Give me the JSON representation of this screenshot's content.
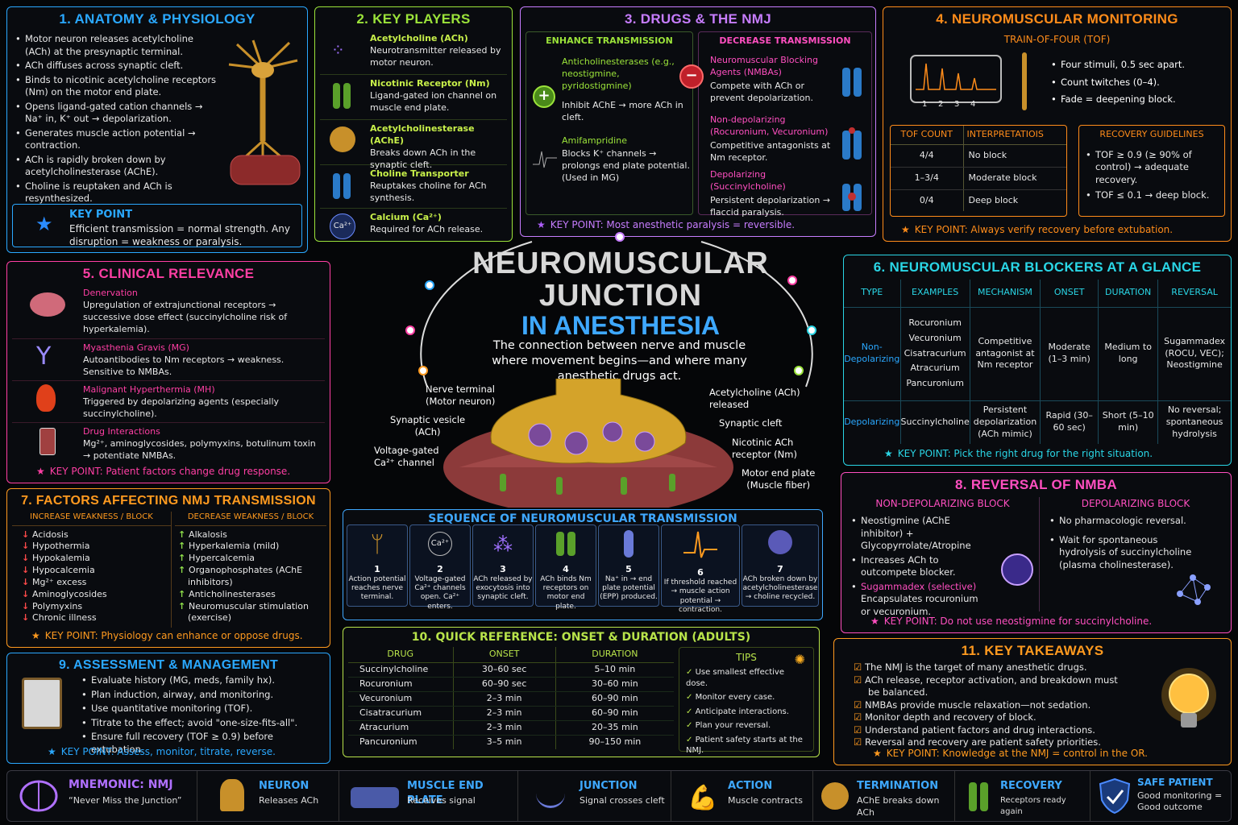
{
  "colors": {
    "anatomy": "#2aa8ff",
    "players": "#9be33a",
    "drugs": "#c77dff",
    "monitoring": "#ff8c1a",
    "clinical": "#ff3fa4",
    "glance": "#2ad6e6",
    "factors": "#ff9a1f",
    "reversal": "#ff4fc0",
    "assessment": "#2aa8ff",
    "quickref": "#b8e34a",
    "takeaways": "#ff9a1f",
    "sequence": "#3fa8ff"
  },
  "center": {
    "title1": "NEUROMUSCULAR",
    "title2": "JUNCTION",
    "title3": "IN ANESTHESIA",
    "subtitle": "The connection between nerve and muscle where movement begins—and where many anesthetic drugs act.",
    "labels": {
      "nerve": "Nerve terminal\n(Motor neuron)",
      "vesicle": "Synaptic vesicle\n(ACh)",
      "channel": "Voltage-gated\nCa²⁺ channel",
      "ach": "Acetylcholine (ACh)\nreleased",
      "cleft": "Synaptic cleft",
      "receptor": "Nicotinic ACh\nreceptor (Nm)",
      "plate": "Motor end plate\n(Muscle fiber)"
    }
  },
  "p1": {
    "title": "1. ANATOMY & PHYSIOLOGY",
    "items": [
      "Motor neuron releases acetylcholine (ACh) at the presynaptic terminal.",
      "ACh diffuses across synaptic cleft.",
      "Binds to nicotinic acetylcholine receptors (Nm) on the motor end plate.",
      "Opens ligand-gated cation channels → Na⁺ in, K⁺ out → depolarization.",
      "Generates muscle action potential → contraction.",
      "ACh is rapidly broken down by acetylcholinesterase (AChE).",
      "Choline is reuptaken and ACh is resynthesized."
    ],
    "kp_label": "KEY POINT",
    "kp_text": "Efficient transmission = normal strength. Any disruption = weakness or paralysis."
  },
  "p2": {
    "title": "2. KEY PLAYERS",
    "items": [
      {
        "name": "Acetylcholine (ACh)",
        "desc": "Neurotransmitter released by motor neuron."
      },
      {
        "name": "Nicotinic Receptor (Nm)",
        "desc": "Ligand-gated ion channel on muscle end plate."
      },
      {
        "name": "Acetylcholinesterase (AChE)",
        "desc": "Breaks down ACh in the synaptic cleft."
      },
      {
        "name": "Choline Transporter",
        "desc": "Reuptakes choline for ACh synthesis."
      },
      {
        "name": "Calcium (Ca²⁺)",
        "desc": "Required for ACh release."
      }
    ],
    "ca_label": "Ca²⁺"
  },
  "p3": {
    "title": "3. DRUGS & THE NMJ",
    "enhance": "ENHANCE TRANSMISSION",
    "decrease": "DECREASE TRANSMISSION",
    "e1name": "Anticholinesterases (e.g., neostigmine, pyridostigmine)",
    "e1desc": "Inhibit AChE → more ACh in cleft.",
    "e2name": "Amifampridine",
    "e2desc": "Blocks K⁺ channels → prolongs end plate potential. (Used in MG)",
    "d1name": "Neuromuscular Blocking Agents (NMBAs)",
    "d1desc": "Compete with ACh or prevent depolarization.",
    "d2name": "Non-depolarizing (Rocuronium, Vecuronium)",
    "d2desc": "Competitive antagonists at Nm receptor.",
    "d3name": "Depolarizing (Succinylcholine)",
    "d3desc": "Persistent depolarization → flaccid paralysis.",
    "kp": "KEY POINT: Most anesthetic paralysis = reversible."
  },
  "p4": {
    "title": "4. NEUROMUSCULAR MONITORING",
    "tof": "TRAIN-OF-FOUR (TOF)",
    "twitch_labels": [
      "1",
      "2",
      "3",
      "4"
    ],
    "bullets": [
      "Four stimuli, 0.5 sec apart.",
      "Count twitches (0–4).",
      "Fade = deepening block."
    ],
    "t_h1": "TOF COUNT",
    "t_h2": "INTERPRETATIOIS",
    "rows": [
      [
        "4/4",
        "No block"
      ],
      [
        "1–3/4",
        "Moderate block"
      ],
      [
        "0/4",
        "Deep block"
      ]
    ],
    "rec_title": "RECOVERY GUIDELINES",
    "rec": [
      "TOF ≥ 0.9 (≥ 90% of control) → adequate recovery.",
      "TOF ≤ 0.1 → deep block."
    ],
    "kp": "KEY POINT: Always verify recovery before extubation."
  },
  "p5": {
    "title": "5. CLINICAL RELEVANCE",
    "items": [
      {
        "name": "Denervation",
        "desc": "Upregulation of extrajunctional receptors → successive dose effect (succinylcholine risk of hyperkalemia)."
      },
      {
        "name": "Myasthenia Gravis (MG)",
        "desc": "Autoantibodies to Nm receptors → weakness. Sensitive to NMBAs."
      },
      {
        "name": "Malignant Hyperthermia (MH)",
        "desc": "Triggered by depolarizing agents (especially succinylcholine)."
      },
      {
        "name": "Drug Interactions",
        "desc": "Mg²⁺, aminoglycosides, polymyxins, botulinum toxin → potentiate NMBAs."
      }
    ],
    "kp": "KEY POINT: Patient factors change drug response."
  },
  "p6": {
    "title": "6. NEUROMUSCULAR BLOCKERS AT A GLANCE",
    "headers": [
      "TYPE",
      "EXAMPLES",
      "MECHANISM",
      "ONSET",
      "DURATION",
      "REVERSAL"
    ],
    "rows": [
      {
        "type": "Non-\nDepolarizing",
        "examples": "Rocuronium\nVecuronium\nCisatracurium\nAtracurium\nPancuronium",
        "mechanism": "Competitive antagonist at Nm receptor",
        "onset": "Moderate (1–3 min)",
        "duration": "Medium to long",
        "reversal": "Sugammadex (ROCU, VEC); Neostigmine"
      },
      {
        "type": "Depolarizing",
        "examples": "Succinylcholine",
        "mechanism": "Persistent depolarization (ACh mimic)",
        "onset": "Rapid (30–60 sec)",
        "duration": "Short (5–10 min)",
        "reversal": "No reversal; spontaneous hydrolysis"
      }
    ],
    "kp": "KEY POINT: Pick the right drug for the right situation."
  },
  "p7": {
    "title": "7. FACTORS AFFECTING NMJ TRANSMISSION",
    "inc_title": "INCREASE WEAKNESS / BLOCK",
    "dec_title": "DECREASE WEAKNESS / BLOCK",
    "inc": [
      "Acidosis",
      "Hypothermia",
      "Hypokalemia",
      "Hypocalcemia",
      "Mg²⁺ excess",
      "Aminoglycosides",
      "Polymyxins",
      "Chronic illness"
    ],
    "dec": [
      "Alkalosis",
      "Hyperkalemia (mild)",
      "Hypercalcemia",
      "Organophosphates (AChE inhibitors)",
      "Anticholinesterases",
      "Neuromuscular stimulation (exercise)"
    ],
    "kp": "KEY POINT: Physiology can enhance or oppose drugs."
  },
  "p8": {
    "title": "8. REVERSAL OF NMBA",
    "nd_title": "NON-DEPOLARIZING BLOCK",
    "d_title": "DEPOLARIZING BLOCK",
    "nd1": "Neostigmine (AChE inhibitor) + Glycopyrrolate/Atropine",
    "nd2": "Increases ACh to outcompete blocker.",
    "nd3name": "Sugammadex (selective)",
    "nd3desc": "Encapsulates rocuronium or vecuronium.",
    "d1": "No pharmacologic reversal.",
    "d2": "Wait for spontaneous hydrolysis of succinylcholine (plasma cholinesterase).",
    "kp": "KEY POINT: Do not use neostigmine for succinylcholine."
  },
  "p9": {
    "title": "9. ASSESSMENT & MANAGEMENT",
    "items": [
      "Evaluate history (MG, meds, family hx).",
      "Plan induction, airway, and monitoring.",
      "Use quantitative monitoring (TOF).",
      "Titrate to the effect; avoid \"one-size-fits-all\".",
      "Ensure full recovery (TOF ≥ 0.9) before extubation."
    ],
    "kp": "KEY POINT: Assess, monitor, titrate, reverse."
  },
  "seq": {
    "title": "SEQUENCE OF NEUROMUSCULAR TRANSMISSION",
    "steps": [
      {
        "n": "1",
        "t": "Action potential reaches nerve terminal."
      },
      {
        "n": "2",
        "t": "Voltage-gated Ca²⁺ channels open. Ca²⁺ enters."
      },
      {
        "n": "3",
        "t": "ACh released by exocytosis into synaptic cleft."
      },
      {
        "n": "4",
        "t": "ACh binds Nm receptors on motor end plate."
      },
      {
        "n": "5",
        "t": "Na⁺ in → end plate potential (EPP) produced."
      },
      {
        "n": "6",
        "t": "If threshold reached → muscle action potential → contraction."
      },
      {
        "n": "7",
        "t": "ACh broken down by acetylcholinesterase → choline recycled."
      }
    ],
    "ca_label": "Ca²⁺"
  },
  "p10": {
    "title": "10. QUICK REFERENCE: ONSET & DURATION (ADULTS)",
    "headers": [
      "DRUG",
      "ONSET",
      "DURATION"
    ],
    "rows": [
      [
        "Succinylcholine",
        "30–60 sec",
        "5–10 min"
      ],
      [
        "Rocuronium",
        "60–90 sec",
        "30–60 min"
      ],
      [
        "Vecuronium",
        "2–3 min",
        "60–90 min"
      ],
      [
        "Cisatracurium",
        "2–3 min",
        "60–90 min"
      ],
      [
        "Atracurium",
        "2–3 min",
        "20–35 min"
      ],
      [
        "Pancuronium",
        "3–5 min",
        "90–150 min"
      ]
    ],
    "tips_title": "TIPS",
    "tips": [
      "Use smallest effective dose.",
      "Monitor every case.",
      "Anticipate interactions.",
      "Plan your reversal.",
      "Patient safety starts at the NMJ."
    ]
  },
  "p11": {
    "title": "11. KEY TAKEAWAYS",
    "items": [
      "The NMJ is the target of many anesthetic drugs.",
      "ACh release, receptor activation, and breakdown must be balanced.",
      "NMBAs provide muscle relaxation—not sedation.",
      "Monitor depth and recovery of block.",
      "Understand patient factors and drug interactions.",
      "Reversal and recovery are patient safety priorities."
    ],
    "kp": "KEY POINT: Knowledge at the NMJ = control in the OR."
  },
  "bottom": {
    "items": [
      {
        "t": "MNEMONIC: NMJ",
        "s": "“Never Miss the Junction”"
      },
      {
        "t": "NEURON",
        "s": "Releases ACh"
      },
      {
        "t": "MUSCLE END PLATE",
        "s": "Receives signal"
      },
      {
        "t": "JUNCTION",
        "s": "Signal crosses cleft"
      },
      {
        "t": "ACTION",
        "s": "Muscle contracts"
      },
      {
        "t": "TERMINATION",
        "s": "AChE breaks down ACh"
      },
      {
        "t": "RECOVERY",
        "s": "Receptors ready again"
      },
      {
        "t": "SAFE PATIENT",
        "s": "Good monitoring =\nGood outcome"
      }
    ]
  }
}
